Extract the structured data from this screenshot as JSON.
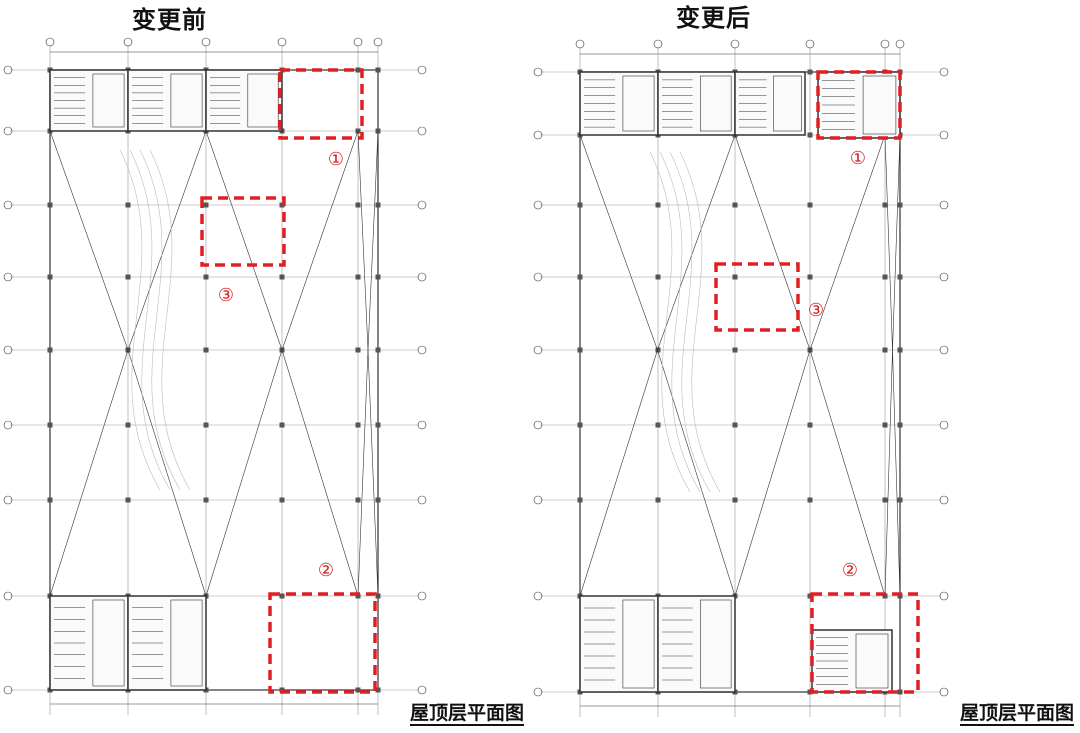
{
  "before": {
    "title": "变更前",
    "caption": "屋顶层平面图",
    "markers": [
      "①",
      "②",
      "③"
    ]
  },
  "after": {
    "title": "变更后",
    "caption": "屋顶层平面图",
    "markers": [
      "①",
      "②",
      "③"
    ]
  },
  "colors": {
    "highlight": "#e02020",
    "lines": "#333333",
    "grid": "#999999"
  }
}
